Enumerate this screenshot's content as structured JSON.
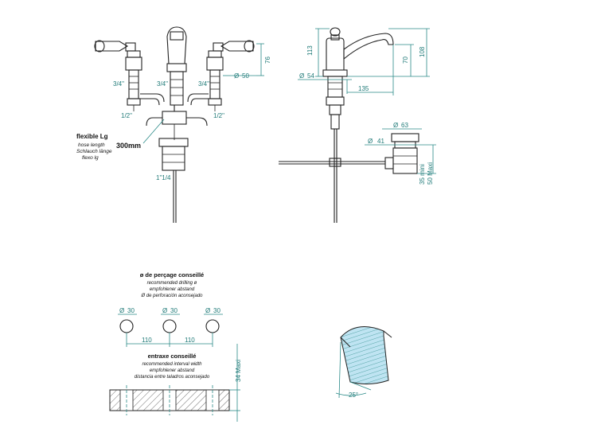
{
  "colors": {
    "dimension": "#1f7a78",
    "outline": "#222222",
    "hatch_fill": "#bfe4f2"
  },
  "front_view": {
    "thread_left": "3/4\"",
    "thread_center": "3/4\"",
    "thread_right": "3/4\"",
    "pipe_left": "1/2\"",
    "pipe_right": "1/2\"",
    "diameter_symbol": "Ø",
    "diameter_value": "50",
    "height_value": "76",
    "hose_title": "flexible Lg",
    "hose_line1": "hose length",
    "hose_line2": "Schlauch länge",
    "hose_line3": "flexo lg",
    "hose_length": "300mm",
    "drain_thread": "1\"1/4"
  },
  "side_view": {
    "height_total": "113",
    "height_spout": "70",
    "height_right": "108",
    "diameter_base": "54",
    "reach": "135",
    "waste_diameter_top": "63",
    "waste_diameter_bottom": "41",
    "waste_min": "35 mini",
    "waste_max": "50 Maxi"
  },
  "drilling": {
    "title": "ø de perçage conseillé",
    "line1": "recommended drilling ø",
    "line2": "empfohlener abstand",
    "line3": "Ø de perforación aconsejado",
    "hole_diameter": "30",
    "spacing_left": "110",
    "spacing_right": "110"
  },
  "interval": {
    "title": "entraxe conseillé",
    "line1": "recommended interval width",
    "line2": "empfohlener abstand",
    "line3": "distancia entre taladros aconsejado",
    "max_thickness": "34 Maxi"
  },
  "detail": {
    "angle": "25°"
  }
}
